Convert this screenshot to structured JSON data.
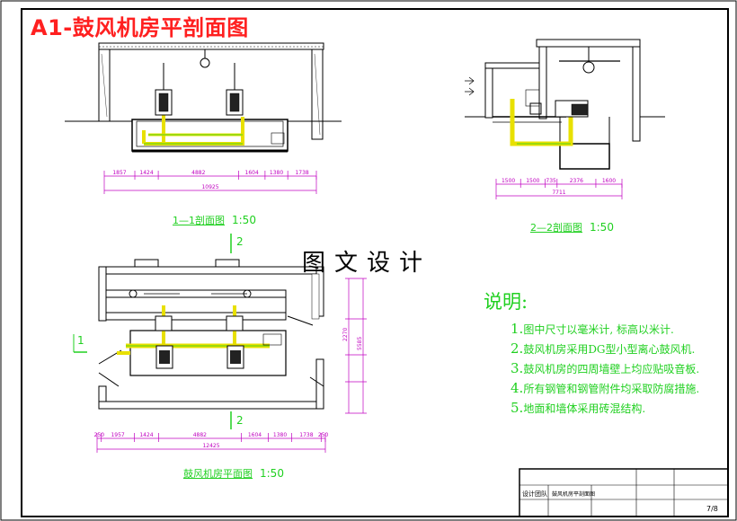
{
  "title": "A1-鼓风机房平剖面图",
  "watermark": "图文设计",
  "views": {
    "section_1": {
      "name": "1—1剖面图",
      "scale": "1:50"
    },
    "section_2": {
      "name": "2—2剖面图",
      "scale": "1:50"
    },
    "plan": {
      "name": "鼓风机房平面图",
      "scale": "1:50"
    }
  },
  "section_1_dims": [
    "1857",
    "1424",
    "4882",
    "1604",
    "1380",
    "1738"
  ],
  "section_1_total": "10925",
  "section_2_dims": [
    "1500",
    "1500",
    "735",
    "2376",
    "1600"
  ],
  "section_2_total": "7711",
  "plan_dims": [
    "250",
    "1957",
    "1424",
    "4882",
    "1604",
    "1380",
    "1738",
    "250"
  ],
  "plan_total": "12425",
  "plan_side_dims": [
    "2270",
    "5585"
  ],
  "section_markers": {
    "left": "1",
    "top": "2",
    "bottom": "2"
  },
  "notes": {
    "heading": "说明:",
    "items": [
      {
        "num": "1.",
        "text": "图中尺寸以毫米计, 标高以米计."
      },
      {
        "num": "2.",
        "text": "鼓风机房采用DG型小型离心鼓风机."
      },
      {
        "num": "3.",
        "text": "鼓风机房的四周墙壁上均应贴吸音板."
      },
      {
        "num": "4.",
        "text": "所有钢管和钢管附件均采取防腐措施."
      },
      {
        "num": "5.",
        "text": "地面和墙体采用砖混结构."
      }
    ]
  },
  "title_block": {
    "designer": "设计团队",
    "drawing_name": "鼓风机房平剖面图",
    "sheet": "7/8"
  },
  "colors": {
    "line": "#000000",
    "pipe": "#e8e000",
    "annotation": "#20d020",
    "title": "#ff2020",
    "dim": "#c000c0"
  }
}
